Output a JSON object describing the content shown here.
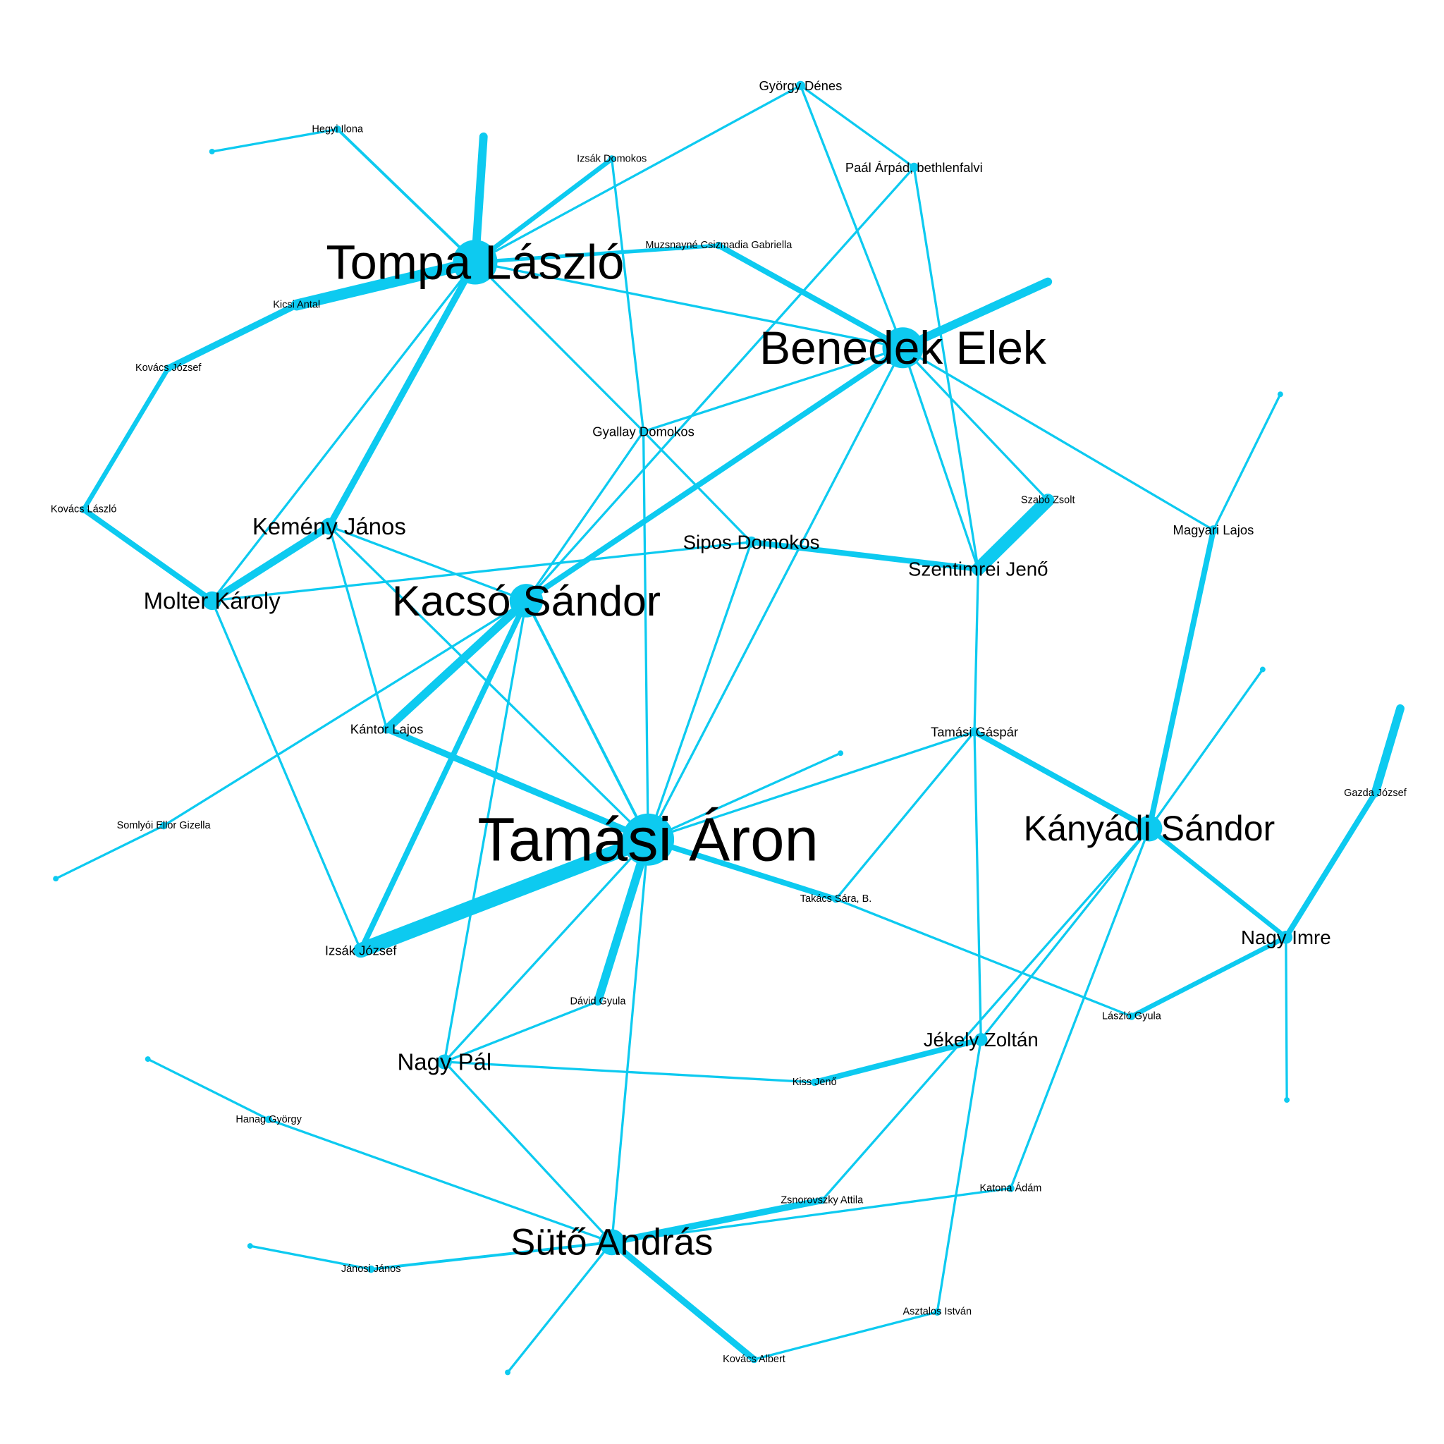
{
  "colors": {
    "edge": "#0dcaf0",
    "node": "#0dcaf0",
    "label": "#000000",
    "background": "#ffffff"
  },
  "labels": {
    "tamasi_aron": "Tamási Áron",
    "tompa_laszlo": "Tompa László",
    "benedek_elek": "Benedek Elek",
    "kacso_sandor": "Kacsó Sándor",
    "kanyadi_sandor": "Kányádi Sándor",
    "suto_andras": "Sütő András",
    "kemeny_janos": "Kemény János",
    "molter_karoly": "Molter Károly",
    "nagy_pal": "Nagy Pál",
    "nagy_imre": "Nagy Imre",
    "szentimrei_jeno": "Szentimrei Jenő",
    "jekely_zoltan": "Jékely Zoltán",
    "sipos_domokos": "Sipos Domokos",
    "gyallay_domokos": "Gyallay Domokos",
    "gyorgy_denes": "György Dénes",
    "paal_arpad": "Paál Árpád, bethlenfalvi",
    "izsak_domokos": "Izsák Domokos",
    "muzsnayne": "Muzsnayné Csizmadia Gabriella",
    "hegyi_ilona": "Hegyi Ilona",
    "kicsi_antal": "Kicsi Antal",
    "kovacs_jozsef": "Kovács József",
    "kovacs_laszlo": "Kovács László",
    "kantor_lajos": "Kántor Lajos",
    "tamasi_gaspar": "Tamási Gáspár",
    "magyari_lajos": "Magyari Lajos",
    "szabo_zsolt": "Szabó Zsolt",
    "gazda_jozsef": "Gazda József",
    "somlyoi_ellor": "Somlyói Ellor Gizella",
    "izsak_jozsef": "Izsák József",
    "david_gyula": "Dávid Gyula",
    "takacs_sara": "Takács Sára, B.",
    "laszlo_gyula": "László Gyula",
    "kiss_jeno": "Kiss Jenő",
    "hanag_gyorgy": "Hanag György",
    "zsnorovszky": "Zsnorovszky Attila",
    "katona_adam": "Katona Ádám",
    "janosi_janos": "Jánosi János",
    "asztalos_istvan": "Asztalos István",
    "kovacs_albert": "Kovács Albert"
  }
}
